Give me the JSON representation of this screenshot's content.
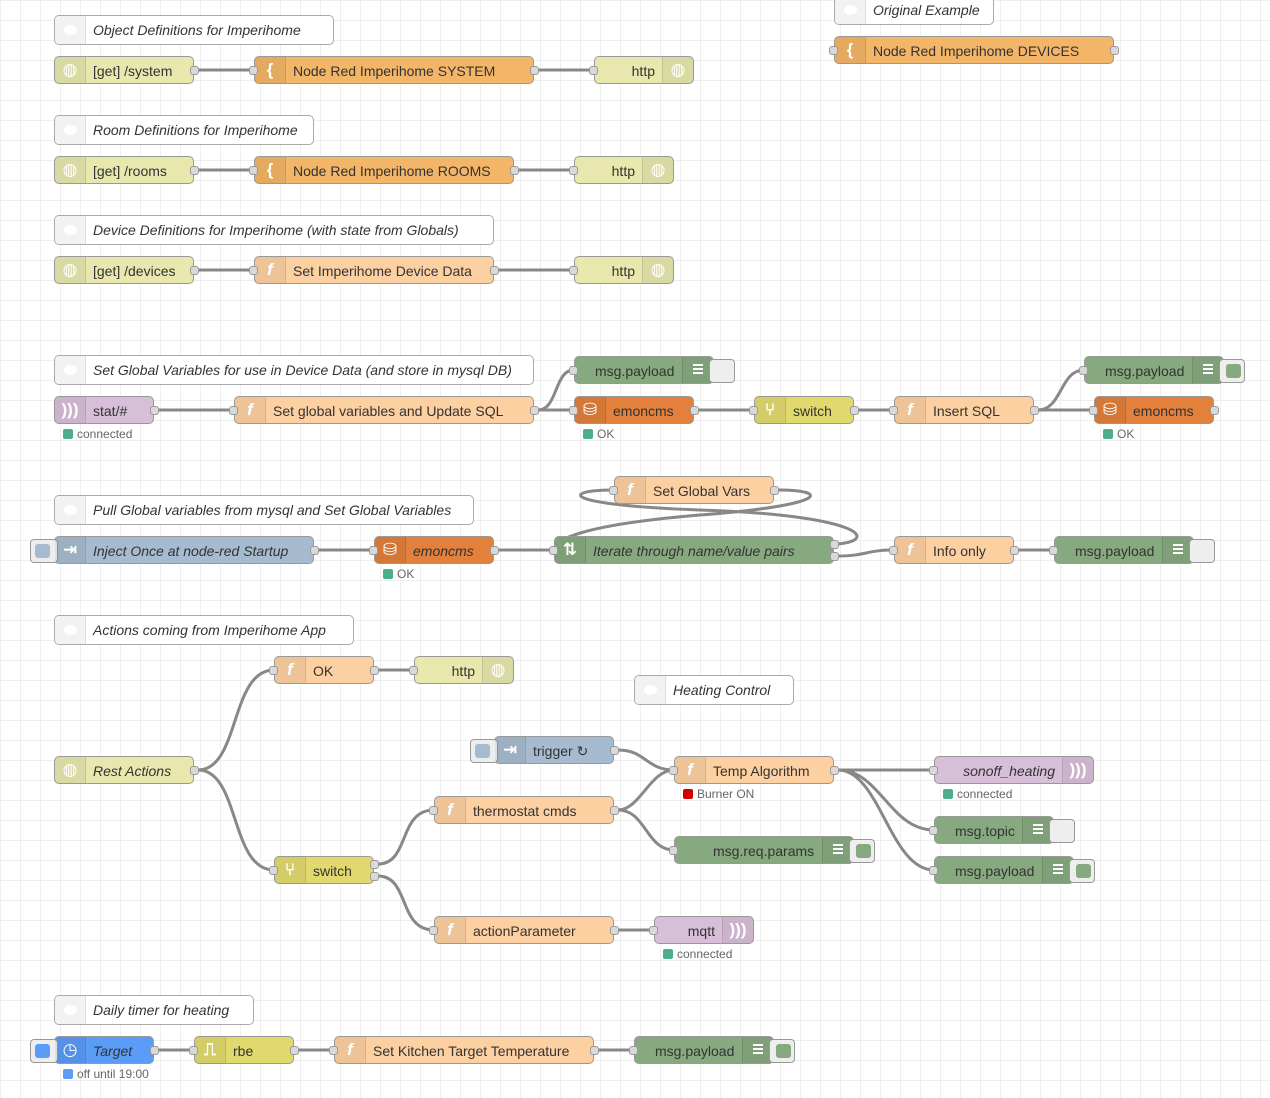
{
  "colors": {
    "http_in": "#e7e7ae",
    "function": "#fdd0a2",
    "template": "#f3b567",
    "debug": "#87a980",
    "mysql": "#e2803c",
    "mqtt": "#d8bfd8",
    "switch": "#e2d96e",
    "inject": "#a6bbcf",
    "split": "#87a980",
    "timer": "#5b9cf6",
    "status_ok": "#4caf8a",
    "status_red": "#d00000"
  },
  "comments": {
    "c1": "Object Definitions for Imperihome",
    "c2": "Original Example",
    "c3": "Room Definitions for Imperihome",
    "c4": "Device Definitions for Imperihome (with state from Globals)",
    "c5": "Set Global Variables for use in Device Data (and store in mysql DB)",
    "c6": "Pull Global variables from mysql and Set Global Variables",
    "c7": "Actions coming from Imperihome App",
    "c8": "Heating Control",
    "c9": "Daily timer for heating"
  },
  "nodes": {
    "n1": {
      "label": "[get] /system",
      "icon": "globe-icon"
    },
    "n2": {
      "label": "Node Red Imperihome SYSTEM",
      "icon": "template-icon"
    },
    "n3": {
      "label": "http",
      "icon": "globe-icon"
    },
    "n4": {
      "label": "Node Red Imperihome DEVICES",
      "icon": "template-icon"
    },
    "n5": {
      "label": "[get] /rooms",
      "icon": "globe-icon"
    },
    "n6": {
      "label": "Node Red Imperihome ROOMS",
      "icon": "template-icon"
    },
    "n7": {
      "label": "http",
      "icon": "globe-icon"
    },
    "n8": {
      "label": "[get] /devices",
      "icon": "globe-icon"
    },
    "n9": {
      "label": "Set Imperihome Device Data",
      "icon": "function-icon"
    },
    "n10": {
      "label": "http",
      "icon": "globe-icon"
    },
    "n11": {
      "label": "stat/#",
      "icon": "mqtt-icon",
      "status": "connected"
    },
    "n12": {
      "label": "Set global variables and Update SQL",
      "icon": "function-icon"
    },
    "n13": {
      "label": "msg.payload",
      "icon": "debug-list-icon"
    },
    "n14": {
      "label": "emoncms",
      "icon": "database-icon",
      "status": "OK"
    },
    "n15": {
      "label": "switch",
      "icon": "switch-icon"
    },
    "n16": {
      "label": "Insert SQL",
      "icon": "function-icon"
    },
    "n17": {
      "label": "msg.payload",
      "icon": "debug-list-icon"
    },
    "n18": {
      "label": "emoncms",
      "icon": "database-icon",
      "status": "OK"
    },
    "n19": {
      "label": "Set Global Vars",
      "icon": "function-icon"
    },
    "n20": {
      "label": "Inject Once at node-red Startup",
      "icon": "inject-icon"
    },
    "n21": {
      "label": "emoncms",
      "icon": "database-icon",
      "status": "OK"
    },
    "n22": {
      "label": "Iterate through name/value pairs",
      "icon": "split-icon"
    },
    "n23": {
      "label": "Info only",
      "icon": "function-icon"
    },
    "n24": {
      "label": "msg.payload",
      "icon": "debug-list-icon"
    },
    "n25": {
      "label": "OK",
      "icon": "function-icon"
    },
    "n26": {
      "label": "http",
      "icon": "globe-icon"
    },
    "n27": {
      "label": "Rest Actions",
      "icon": "globe-icon"
    },
    "n28": {
      "label": "trigger ↻",
      "icon": "inject-icon"
    },
    "n29": {
      "label": "Temp Algorithm",
      "icon": "function-icon",
      "status": "Burner ON"
    },
    "n30": {
      "label": "sonoff_heating",
      "icon": "mqtt-icon",
      "status": "connected"
    },
    "n31": {
      "label": "msg.topic",
      "icon": "debug-list-icon"
    },
    "n32": {
      "label": "thermostat cmds",
      "icon": "function-icon"
    },
    "n33": {
      "label": "msg.req.params",
      "icon": "debug-list-icon"
    },
    "n34": {
      "label": "msg.payload",
      "icon": "debug-list-icon"
    },
    "n35": {
      "label": "switch",
      "icon": "switch-icon"
    },
    "n36": {
      "label": "actionParameter",
      "icon": "function-icon"
    },
    "n37": {
      "label": "mqtt",
      "icon": "mqtt-icon",
      "status": "connected"
    },
    "n38": {
      "label": "Target",
      "icon": "timer-icon",
      "status": "off until 19:00"
    },
    "n39": {
      "label": "rbe",
      "icon": "rbe-icon"
    },
    "n40": {
      "label": "Set Kitchen Target Temperature",
      "icon": "function-icon"
    },
    "n41": {
      "label": "msg.payload",
      "icon": "debug-list-icon"
    }
  }
}
